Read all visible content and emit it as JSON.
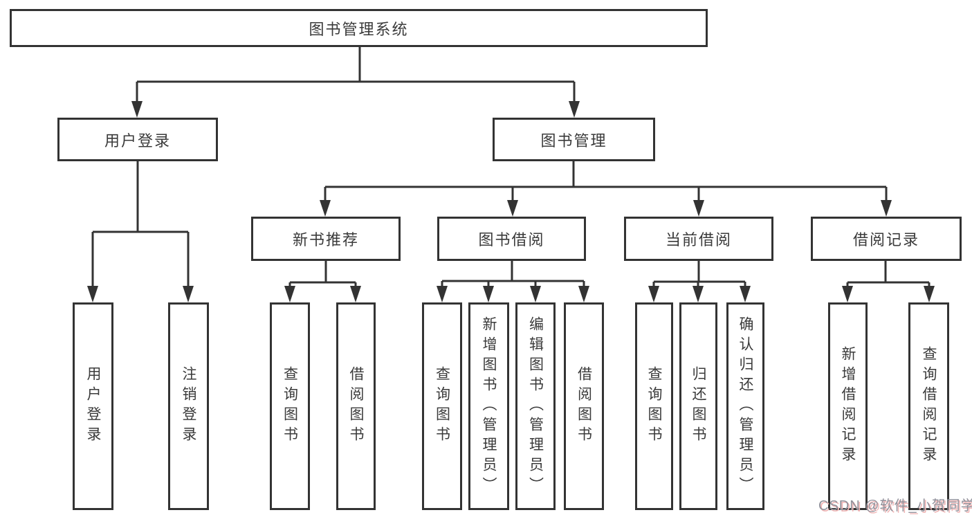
{
  "diagram": {
    "root": {
      "label": "图书管理系统"
    },
    "level2": {
      "user_login": {
        "label": "用户登录"
      },
      "book_mgmt": {
        "label": "图书管理"
      }
    },
    "level3": {
      "new_books": {
        "label": "新书推荐"
      },
      "book_borrow": {
        "label": "图书借阅"
      },
      "current_borrow": {
        "label": "当前借阅"
      },
      "borrow_records": {
        "label": "借阅记录"
      }
    },
    "leaves": {
      "user_login": [
        "用户登录",
        "注销登录"
      ],
      "new_books": [
        "查询图书",
        "借阅图书"
      ],
      "book_borrow": [
        "查询图书",
        "新增图书（管理员）",
        "编辑图书（管理员）",
        "借阅图书"
      ],
      "current_borrow": [
        "查询图书",
        "归还图书",
        "确认归还（管理员）"
      ],
      "borrow_records": [
        "新增借阅记录",
        "查询借阅记录"
      ]
    },
    "watermark": "CSDN @软件_小贺同学",
    "colors": {
      "line": "#333333",
      "text": "#3a3a3a",
      "background": "#ffffff",
      "watermark_gray": "#90909a",
      "watermark_red": "#f0b4b4"
    }
  }
}
